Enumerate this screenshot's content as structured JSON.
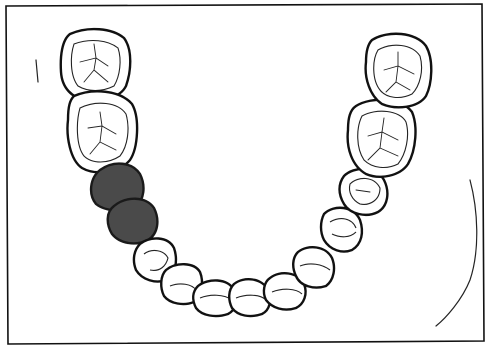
{
  "diagram": {
    "type": "dental-chart",
    "arch": "lower",
    "tooth_count": 14,
    "missing_teeth": [
      "left-first-molar",
      "left-second-premolar"
    ],
    "highlight_color": "#4a4a4a",
    "outline_color": "#111111"
  }
}
